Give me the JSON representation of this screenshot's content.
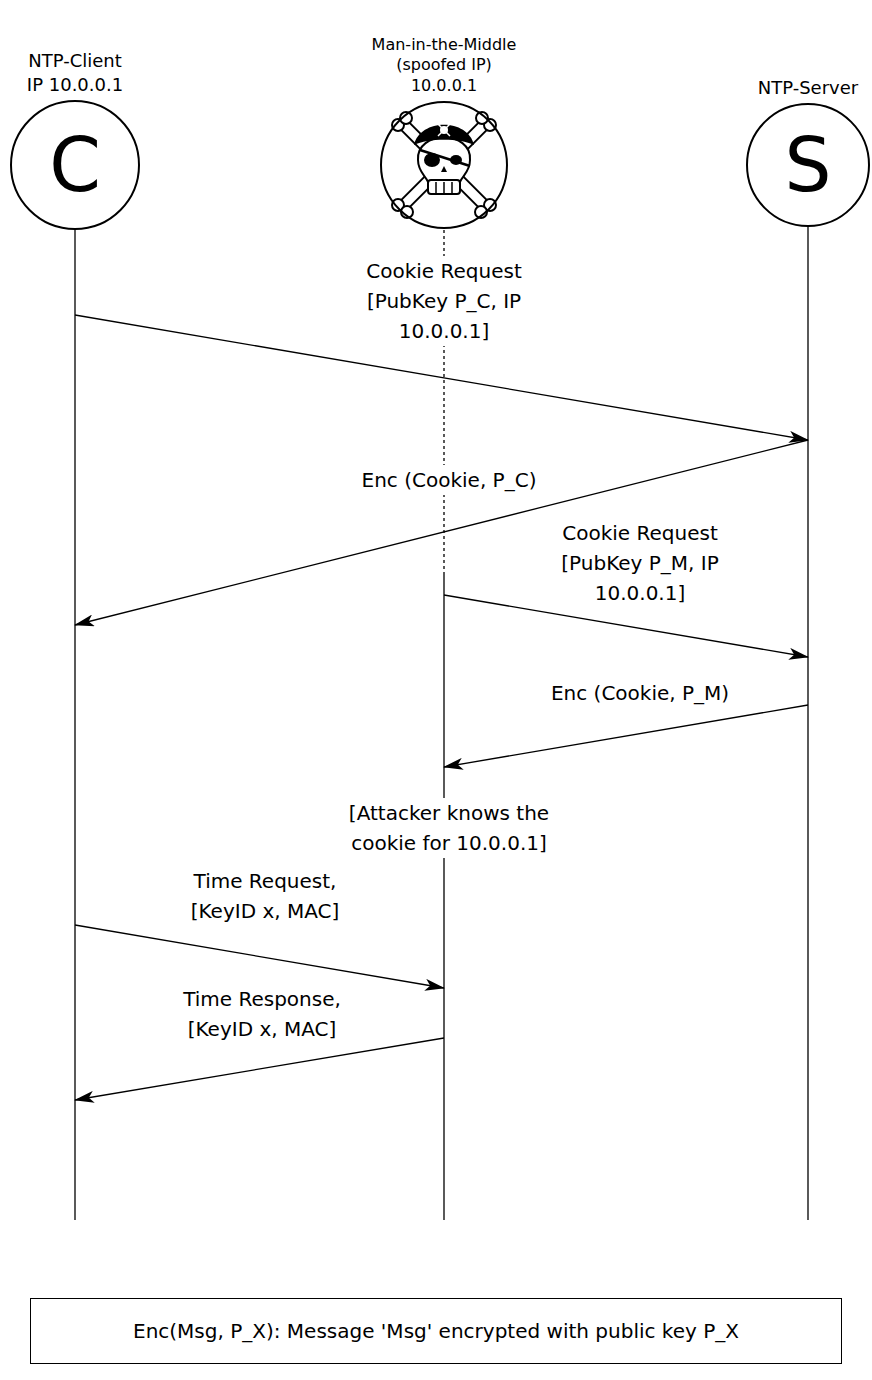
{
  "diagram": {
    "nodes": [
      {
        "text": [
          "NTP-Client IP 10.0.0.1",
          "C"
        ]
      },
      {
        "text": [
          "Man-in-the-Middle (spoofed IP) 10.0.0.1"
        ]
      },
      {
        "text": [
          "NTP-Server",
          "S"
        ]
      },
      {
        "text": [
          "Enc(Msg, P_X): Message 'Msg' encrypted with public key P_X"
        ]
      }
    ],
    "edges": [
      {
        "from": 0,
        "to": 2,
        "label": "Cookie Request [PubKey P_C, IP 10.0.0.1]",
        "arrow": "to"
      },
      {
        "from": 2,
        "to": 0,
        "label": "Enc (Cookie, P_C)",
        "arrow": "to"
      },
      {
        "from": 1,
        "to": 2,
        "label": "Cookie Request [PubKey P_M, IP 10.0.0.1]",
        "arrow": "to"
      },
      {
        "from": 2,
        "to": 1,
        "label": "Enc (Cookie, P_M)",
        "arrow": "to"
      },
      {
        "from": 0,
        "to": 1,
        "label": "Time Request, [KeyID x, MAC]",
        "arrow": "to"
      },
      {
        "from": 1,
        "to": 0,
        "label": "Time Response, [KeyID x, MAC]",
        "arrow": "to"
      }
    ],
    "labels": [
      "[Attacker knows the cookie for 10.0.0.1]"
    ]
  }
}
